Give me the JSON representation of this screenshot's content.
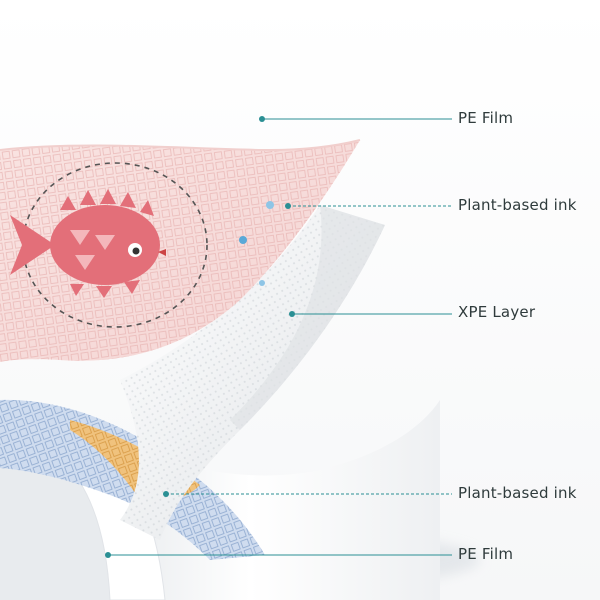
{
  "callouts": [
    {
      "label": "PE Film"
    },
    {
      "label": "Plant-based ink"
    },
    {
      "label": "XPE  Layer"
    },
    {
      "label": "Plant-based ink"
    },
    {
      "label": "PE Film"
    }
  ],
  "colors": {
    "leader_line": "#2a8f94",
    "leader_dot": "#2a8f94",
    "pink_film": "#f7dede",
    "pink_fish": "#e36f79",
    "xpe_foam": "#eef0f2",
    "blue_ink": "#c9d9ee",
    "orange_ink": "#f0c07a",
    "text": "#2f3b3c"
  },
  "icons": [
    "pufferfish-illustration",
    "letter-grid-pattern",
    "foam-texture"
  ]
}
